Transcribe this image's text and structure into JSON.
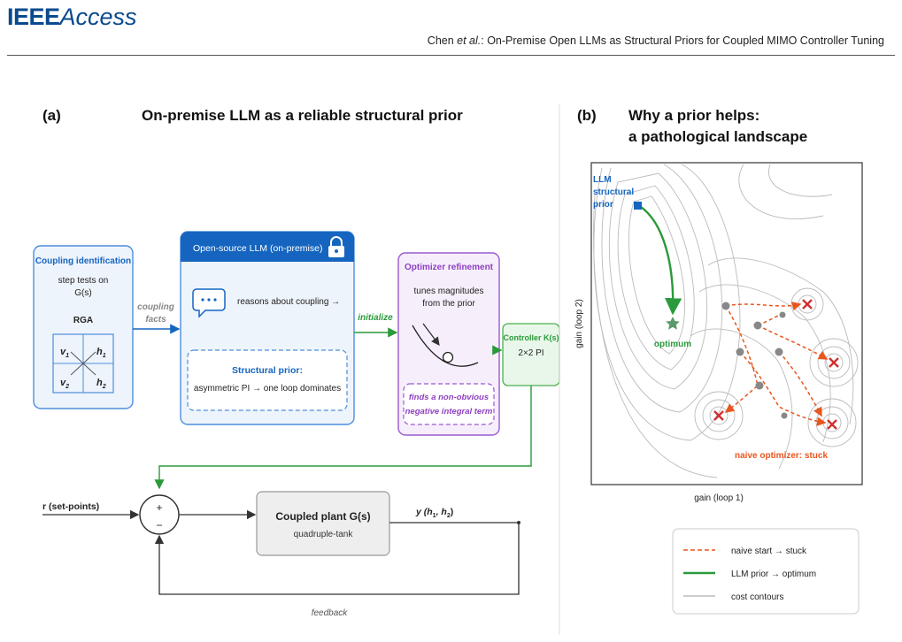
{
  "header": {
    "journal_bold": "IEEE",
    "journal_italic": "Access",
    "running_author": "Chen ",
    "running_etal": "et al.",
    "running_title": ": On-Premise Open LLMs as Structural Priors for Coupled MIMO Controller Tuning"
  },
  "panel_a": {
    "label": "(a)",
    "title": "On-premise LLM as a reliable structural prior",
    "coupling_box": {
      "title": "Coupling identification",
      "line1": "step tests on",
      "line2": "G(s)",
      "rga": "RGA",
      "v1": "v",
      "v1_sub": "1",
      "v2": "v",
      "v2_sub": "2",
      "h1": "h",
      "h1_sub": "1",
      "h2": "h",
      "h2_sub": "2"
    },
    "arrow_coupling_1": "coupling",
    "arrow_coupling_2": "facts",
    "llm_box": {
      "title": "Open-source LLM (on-premise)",
      "reasons": "reasons about coupling →",
      "prior_title": "Structural prior:",
      "prior_text": "asymmetric PI → one loop dominates"
    },
    "arrow_initialize": "initialize",
    "optimizer_box": {
      "title": "Optimizer refinement",
      "line1": "tunes magnitudes",
      "line2": "from the prior",
      "note1": "finds a non-obvious",
      "note2": "negative integral term"
    },
    "controller_box": {
      "title": "Controller K(s)",
      "sub": "2×2 PI"
    },
    "loop": {
      "setpoints": "r (set-points)",
      "plus": "+",
      "minus": "−",
      "plant_title": "Coupled plant G(s)",
      "plant_sub": "quadruple-tank",
      "output": "y (h",
      "output_sub1": "1",
      "output_mid": ", h",
      "output_sub2": "2",
      "output_end": ")",
      "feedback": "feedback"
    }
  },
  "panel_b": {
    "label": "(b)",
    "title1": "Why a prior helps:",
    "title2": "a pathological landscape",
    "llm1": "LLM",
    "llm2": "structural",
    "llm3": "prior",
    "optimum": "optimum",
    "stuck": "naive optimizer: stuck",
    "xlabel": "gain (loop 1)",
    "ylabel": "gain (loop 2)",
    "legend": [
      {
        "label": "naive start → stuck",
        "color": "#e8561e"
      },
      {
        "label": "LLM prior → optimum",
        "color": "#2a9a3a"
      },
      {
        "label": "cost contours",
        "color": "#999999"
      }
    ]
  },
  "colors": {
    "blue": "#1565c0",
    "green": "#2a9a3a",
    "purple": "#8e3fc0",
    "orange": "#e8561e",
    "red": "#d32f2f"
  }
}
